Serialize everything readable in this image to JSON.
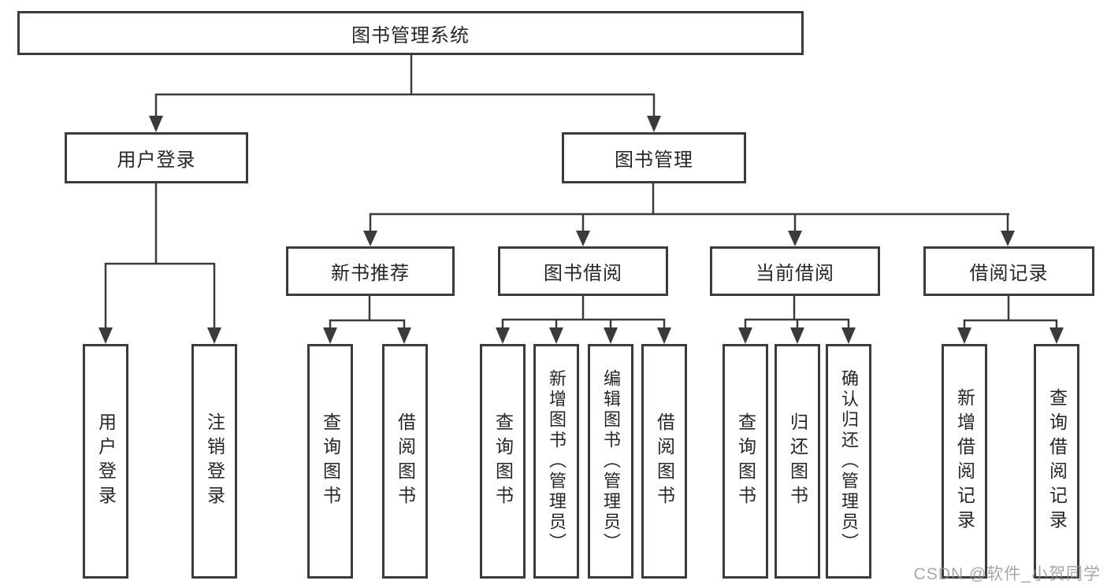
{
  "diagram": {
    "tree": {
      "label": "图书管理系统",
      "children": [
        {
          "label": "用户登录",
          "children": [
            {
              "label": "用户登录"
            },
            {
              "label": "注销登录"
            }
          ]
        },
        {
          "label": "图书管理",
          "children": [
            {
              "label": "新书推荐",
              "children": [
                {
                  "label": "查询图书"
                },
                {
                  "label": "借阅图书"
                }
              ]
            },
            {
              "label": "图书借阅",
              "children": [
                {
                  "label": "查询图书"
                },
                {
                  "label": "新增图书（管理员）"
                },
                {
                  "label": "编辑图书（管理员）"
                },
                {
                  "label": "借阅图书"
                }
              ]
            },
            {
              "label": "当前借阅",
              "children": [
                {
                  "label": "查询图书"
                },
                {
                  "label": "归还图书"
                },
                {
                  "label": "确认归还（管理员）"
                }
              ]
            },
            {
              "label": "借阅记录",
              "children": [
                {
                  "label": "新增借阅记录"
                },
                {
                  "label": "查询借阅记录"
                }
              ]
            }
          ]
        }
      ]
    },
    "watermark": "CSDN @软件_小贺同学",
    "colors": {
      "line": "#3b3b3b",
      "text": "#262626",
      "background": "#ffffff",
      "watermark": "#949494"
    }
  }
}
